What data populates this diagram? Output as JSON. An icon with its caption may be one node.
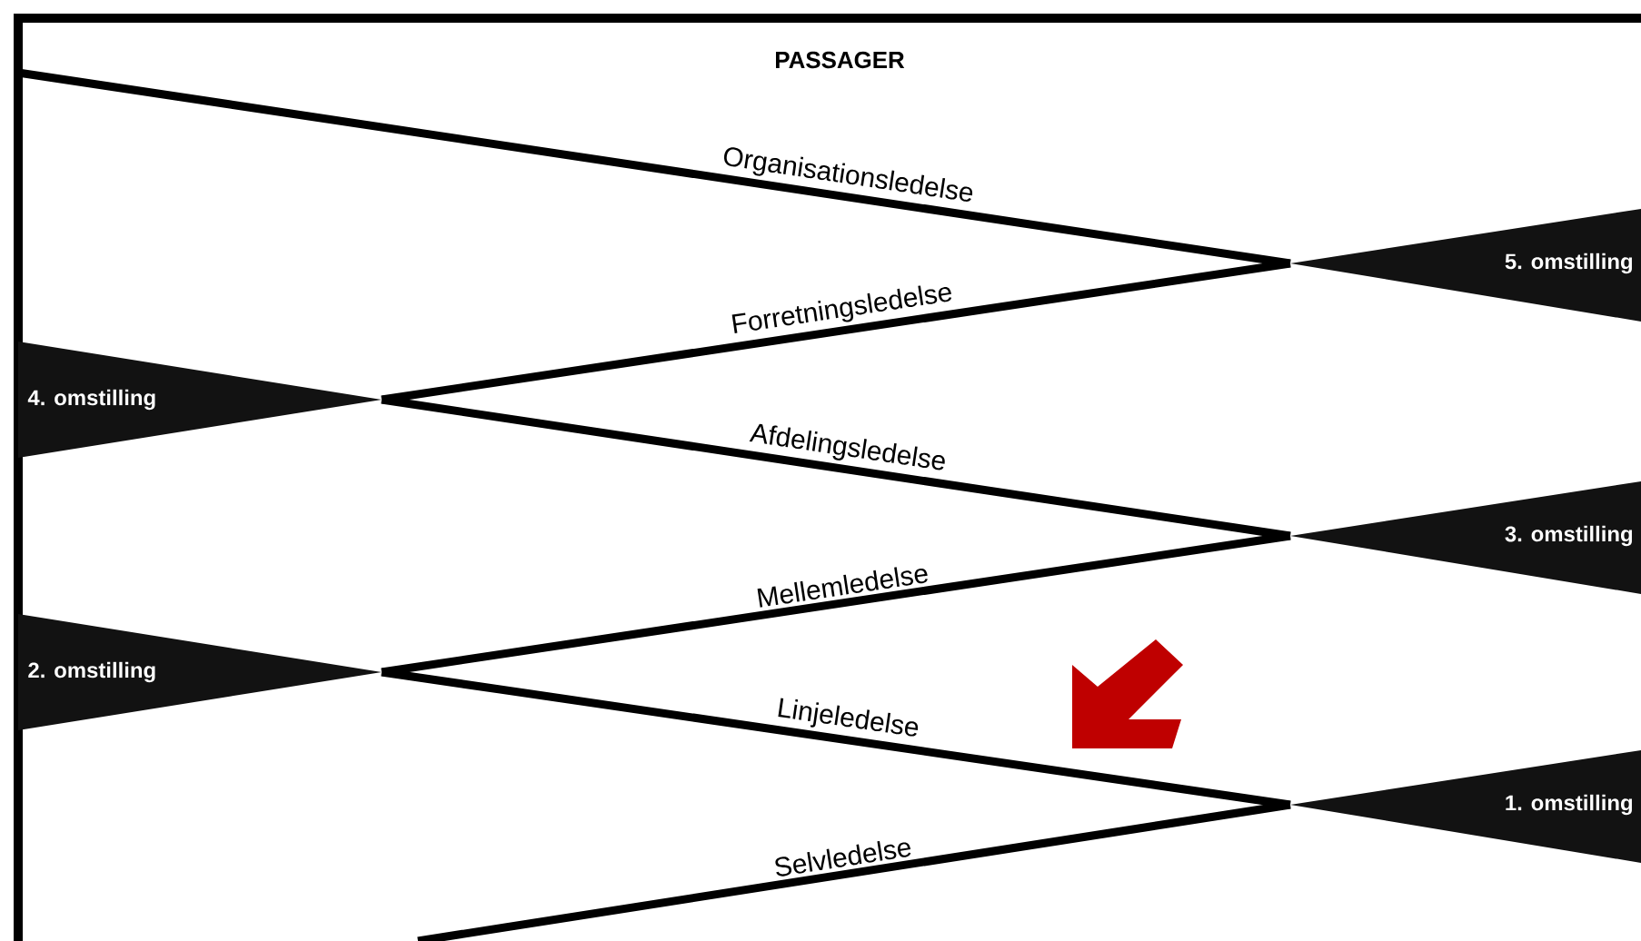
{
  "diagram": {
    "title": "PASSAGER",
    "nodes": [
      {
        "text": [
          "5. omstilling"
        ]
      },
      {
        "text": [
          "4. omstilling"
        ]
      },
      {
        "text": [
          "3. omstilling"
        ]
      },
      {
        "text": [
          "2. omstilling"
        ]
      },
      {
        "text": [
          "1. omstilling"
        ]
      }
    ],
    "edges": [
      {
        "from": null,
        "to": 0,
        "arrow": "none",
        "label": "Organisationsledelse"
      },
      {
        "from": 1,
        "to": 0,
        "arrow": "none",
        "label": "Forretningsledelse"
      },
      {
        "from": 1,
        "to": 2,
        "arrow": "none",
        "label": "Afdelingsledelse"
      },
      {
        "from": 3,
        "to": 2,
        "arrow": "none",
        "label": "Mellemledelse"
      },
      {
        "from": 3,
        "to": 4,
        "arrow": "none",
        "label": "Linjeledelse"
      },
      {
        "from": null,
        "to": 4,
        "arrow": "none",
        "label": "Selvledelse"
      }
    ]
  }
}
